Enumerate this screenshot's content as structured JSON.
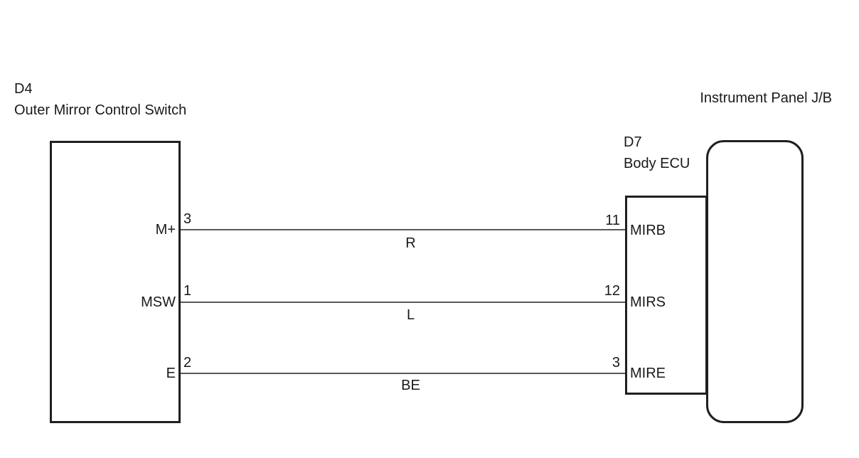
{
  "diagram": {
    "left_component": {
      "code": "D4",
      "name": "Outer Mirror Control Switch",
      "pins": [
        {
          "name": "M+",
          "number": "3"
        },
        {
          "name": "MSW",
          "number": "1"
        },
        {
          "name": "E",
          "number": "2"
        }
      ]
    },
    "right_component": {
      "code": "D7",
      "name": "Body ECU",
      "pins": [
        {
          "number": "11",
          "terminal": "MIRB"
        },
        {
          "number": "12",
          "terminal": "MIRS"
        },
        {
          "number": "3",
          "terminal": "MIRE"
        }
      ]
    },
    "junction_block": {
      "name": "Instrument Panel J/B"
    },
    "wires": [
      {
        "label": "R",
        "from": "D4 pin 3 (M+)",
        "to": "D7 pin 11 (MIRB)"
      },
      {
        "label": "L",
        "from": "D4 pin 1 (MSW)",
        "to": "D7 pin 12 (MIRS)"
      },
      {
        "label": "BE",
        "from": "D4 pin 2 (E)",
        "to": "D7 pin 3 (MIRE)"
      }
    ],
    "colors": {
      "line": "#1f1f1f",
      "wire": "#58585a",
      "background": "#ffffff",
      "text": "#1a1a1a"
    }
  }
}
